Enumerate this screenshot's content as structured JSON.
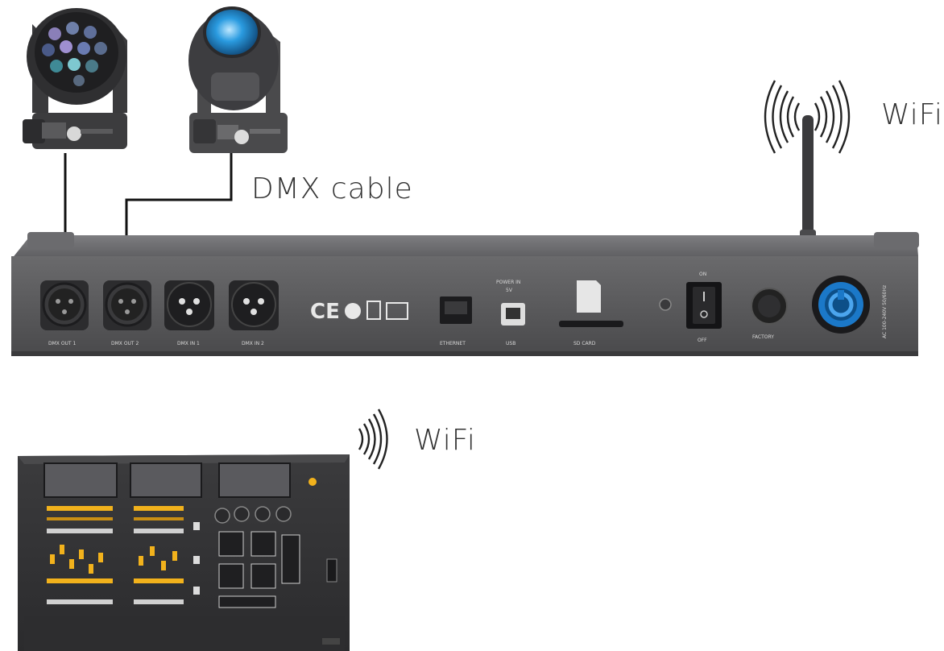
{
  "labels": {
    "wifi_top": "WiFi",
    "dmx_cable": "DMX cable",
    "wifi_bottom": "WiFi"
  },
  "interface_panel": {
    "ports": [
      {
        "id": "dmx-out-1",
        "label": "DMX OUT 1",
        "kind": "xlr-female"
      },
      {
        "id": "dmx-out-2",
        "label": "DMX OUT 2",
        "kind": "xlr-female"
      },
      {
        "id": "dmx-in-1",
        "label": "DMX IN 1",
        "kind": "xlr-male"
      },
      {
        "id": "dmx-in-2",
        "label": "DMX IN 2",
        "kind": "xlr-male"
      },
      {
        "id": "ethernet",
        "label": "ETHERNET",
        "kind": "rj45"
      },
      {
        "id": "usb",
        "label": "USB",
        "kind": "usb-b"
      },
      {
        "id": "sd-card",
        "label": "SD CARD",
        "kind": "sd-slot"
      },
      {
        "id": "power-switch",
        "label": "OFF",
        "kind": "rocker"
      },
      {
        "id": "factory",
        "label": "FACTORY",
        "kind": "button"
      },
      {
        "id": "power-in",
        "label": "AC",
        "kind": "powercon"
      }
    ],
    "power_in_label": "POWER IN",
    "power_in_value": "5V",
    "switch_on_label": "ON",
    "certification_marks": "CE ◐ ⊠ 📖"
  },
  "colors": {
    "panel": "#5a5a5c",
    "panel_dark": "#3d3d3f",
    "accent_blue": "#1a7fd4",
    "fader_yellow": "#f2b21c",
    "text": "#333333"
  },
  "icons": [
    "wifi-signal-icon",
    "moving-head-light-icon",
    "lighting-console-icon"
  ]
}
